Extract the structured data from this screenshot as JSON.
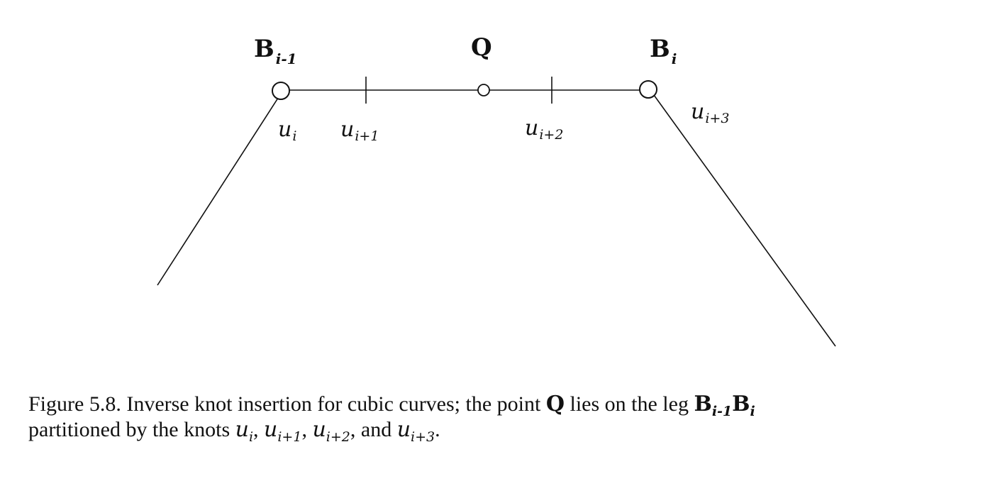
{
  "diagram": {
    "points": [
      {
        "base": "B",
        "sub": "i-1"
      },
      {
        "base": "Q",
        "sub": ""
      },
      {
        "base": "B",
        "sub": "i"
      }
    ],
    "knots": [
      {
        "base": "u",
        "sub": "i"
      },
      {
        "base": "u",
        "sub": "i+1"
      },
      {
        "base": "u",
        "sub": "i+2"
      },
      {
        "base": "u",
        "sub": "i+3"
      }
    ]
  },
  "caption": {
    "line1_a": "Figure 5.8. Inverse knot insertion for cubic curves; the point ",
    "q": "Q",
    "line1_b": " lies on the leg ",
    "b1": "B",
    "b1_sub": "i-1",
    "b2": "B",
    "b2_sub": "i",
    "line2_a": "partitioned by the knots ",
    "k_base": "u",
    "k1_sub": "i",
    "k2_sub": "i+1",
    "k3_sub": "i+2",
    "k4_sub": "i+3",
    "sep": ", ",
    "and": ", and ",
    "end": "."
  }
}
